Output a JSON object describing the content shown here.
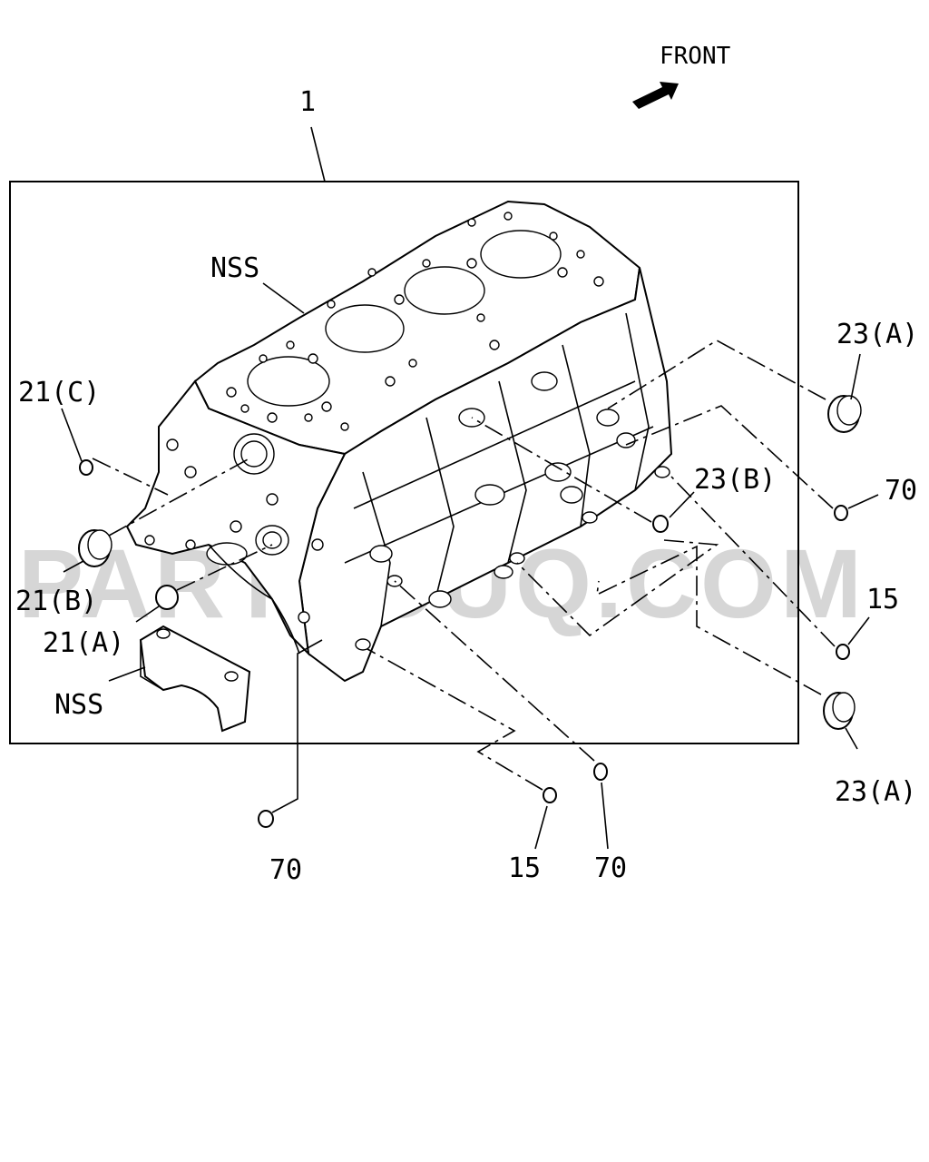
{
  "diagram": {
    "front_label": "FRONT",
    "watermark": "PARTSOUQ.COM",
    "callouts": {
      "main_assembly": "1",
      "nss_top": "NSS",
      "nss_bottom": "NSS",
      "c21c": "21(C)",
      "c21b": "21(B)",
      "c21a": "21(A)",
      "c23a_top": "23(A)",
      "c23b": "23(B)",
      "c70_right": "70",
      "c15_right": "15",
      "c23a_bottom": "23(A)",
      "c70_bottom_left": "70",
      "c15_bottom": "15",
      "c70_bottom_mid": "70"
    }
  }
}
